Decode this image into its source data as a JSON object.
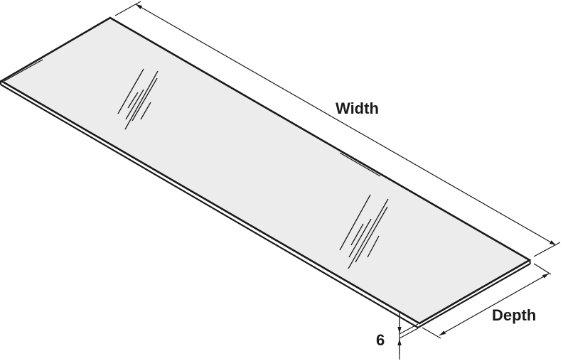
{
  "diagram": {
    "subject": "Glass shelf panel (isometric view)",
    "labels": {
      "width": "Width",
      "depth": "Depth",
      "thickness": "6"
    },
    "colors": {
      "glass_fill": "#ececec",
      "outline": "#1a1a1a",
      "dimension_line": "#1a1a1a",
      "background": "#ffffff"
    }
  }
}
